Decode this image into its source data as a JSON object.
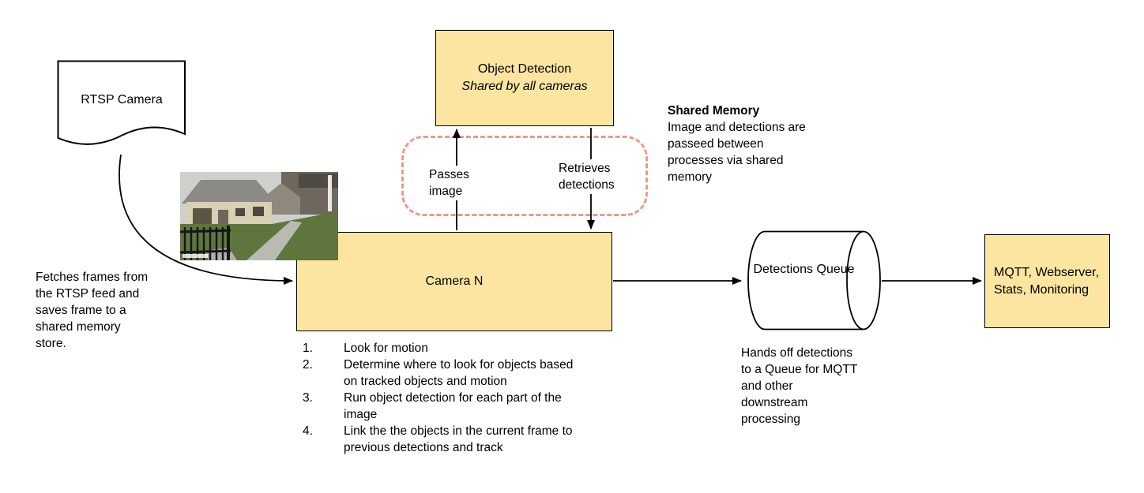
{
  "nodes": {
    "rtsp_camera": {
      "label": "RTSP Camera"
    },
    "object_detection": {
      "title": "Object Detection",
      "subtitle": "Shared by all cameras"
    },
    "camera_n": {
      "label": "Camera N"
    },
    "detections_queue": {
      "label": "Detections Queue"
    },
    "outputs": {
      "label": "MQTT, Webserver, Stats, Monitoring"
    }
  },
  "labels": {
    "passes_image": "Passes image",
    "retrieves_detections": "Retrieves detections"
  },
  "notes": {
    "fetch": "Fetches frames from the RTSP feed and saves frame to a shared memory store.",
    "shared_memory_title": "Shared Memory",
    "shared_memory_body": "Image and detections are passeed between processes via shared memory",
    "queue_handoff": "Hands off detections to a Queue for MQTT and other downstream processing"
  },
  "steps": [
    {
      "num": "1.",
      "text": "Look for motion"
    },
    {
      "num": "2.",
      "text": "Determine where to look for objects based on tracked objects and motion"
    },
    {
      "num": "3.",
      "text": "Run object detection for each part of the image"
    },
    {
      "num": "4.",
      "text": "Link the the objects in the current frame to previous detections and track"
    }
  ],
  "colors": {
    "node_fill": "#fbe5a0",
    "node_border": "#000000",
    "shared_memory_dash": "#ee9888"
  }
}
